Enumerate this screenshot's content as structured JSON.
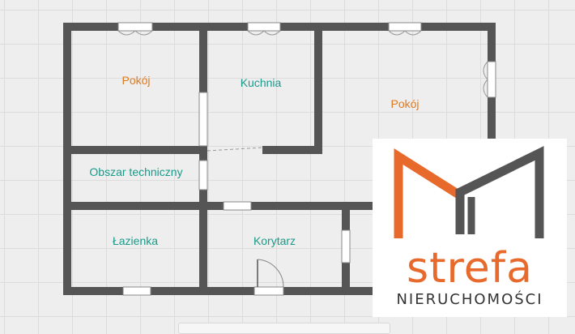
{
  "rooms": [
    {
      "label": "Pokój",
      "color": "#e07a1f"
    },
    {
      "label": "Kuchnia",
      "color": "#1a9a8a"
    },
    {
      "label": "Pokój",
      "color": "#e07a1f"
    },
    {
      "label": "Obszar techniczny",
      "color": "#1a9a8a"
    },
    {
      "label": "Łazienka",
      "color": "#1a9a8a"
    },
    {
      "label": "Korytarz",
      "color": "#1a9a8a"
    }
  ],
  "colors": {
    "wall": "#555555",
    "accent_orange": "#e8692c",
    "accent_gray": "#555555"
  },
  "logo": {
    "name": "strefa",
    "subtitle": "NIERUCHOMOŚCI"
  }
}
